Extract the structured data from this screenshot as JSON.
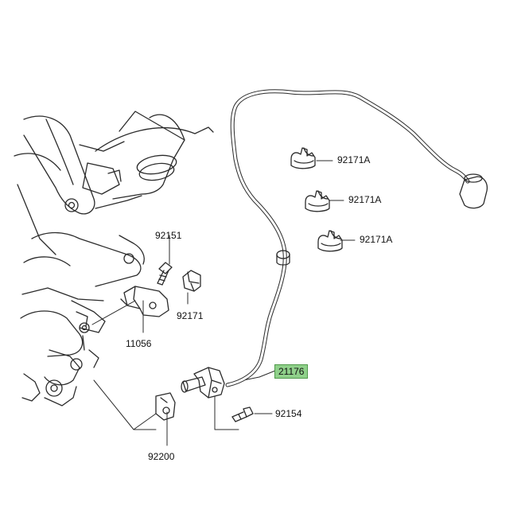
{
  "diagram": {
    "parts": [
      {
        "id": "p-92171A-1",
        "number": "92171A",
        "name": "clamp"
      },
      {
        "id": "p-92171A-2",
        "number": "92171A",
        "name": "clamp"
      },
      {
        "id": "p-92171A-3",
        "number": "92171A",
        "name": "clamp"
      },
      {
        "id": "p-92151",
        "number": "92151",
        "name": "bolt"
      },
      {
        "id": "p-92171",
        "number": "92171",
        "name": "clamp"
      },
      {
        "id": "p-11056",
        "number": "11056",
        "name": "bracket"
      },
      {
        "id": "p-21176",
        "number": "21176",
        "name": "sensor",
        "highlighted": true
      },
      {
        "id": "p-92154",
        "number": "92154",
        "name": "bolt"
      },
      {
        "id": "p-92200",
        "number": "92200",
        "name": "washer"
      }
    ],
    "colors": {
      "line": "#2b2b2b",
      "highlight_fill": "#8fd08a",
      "highlight_border": "#4f9a4a"
    }
  }
}
